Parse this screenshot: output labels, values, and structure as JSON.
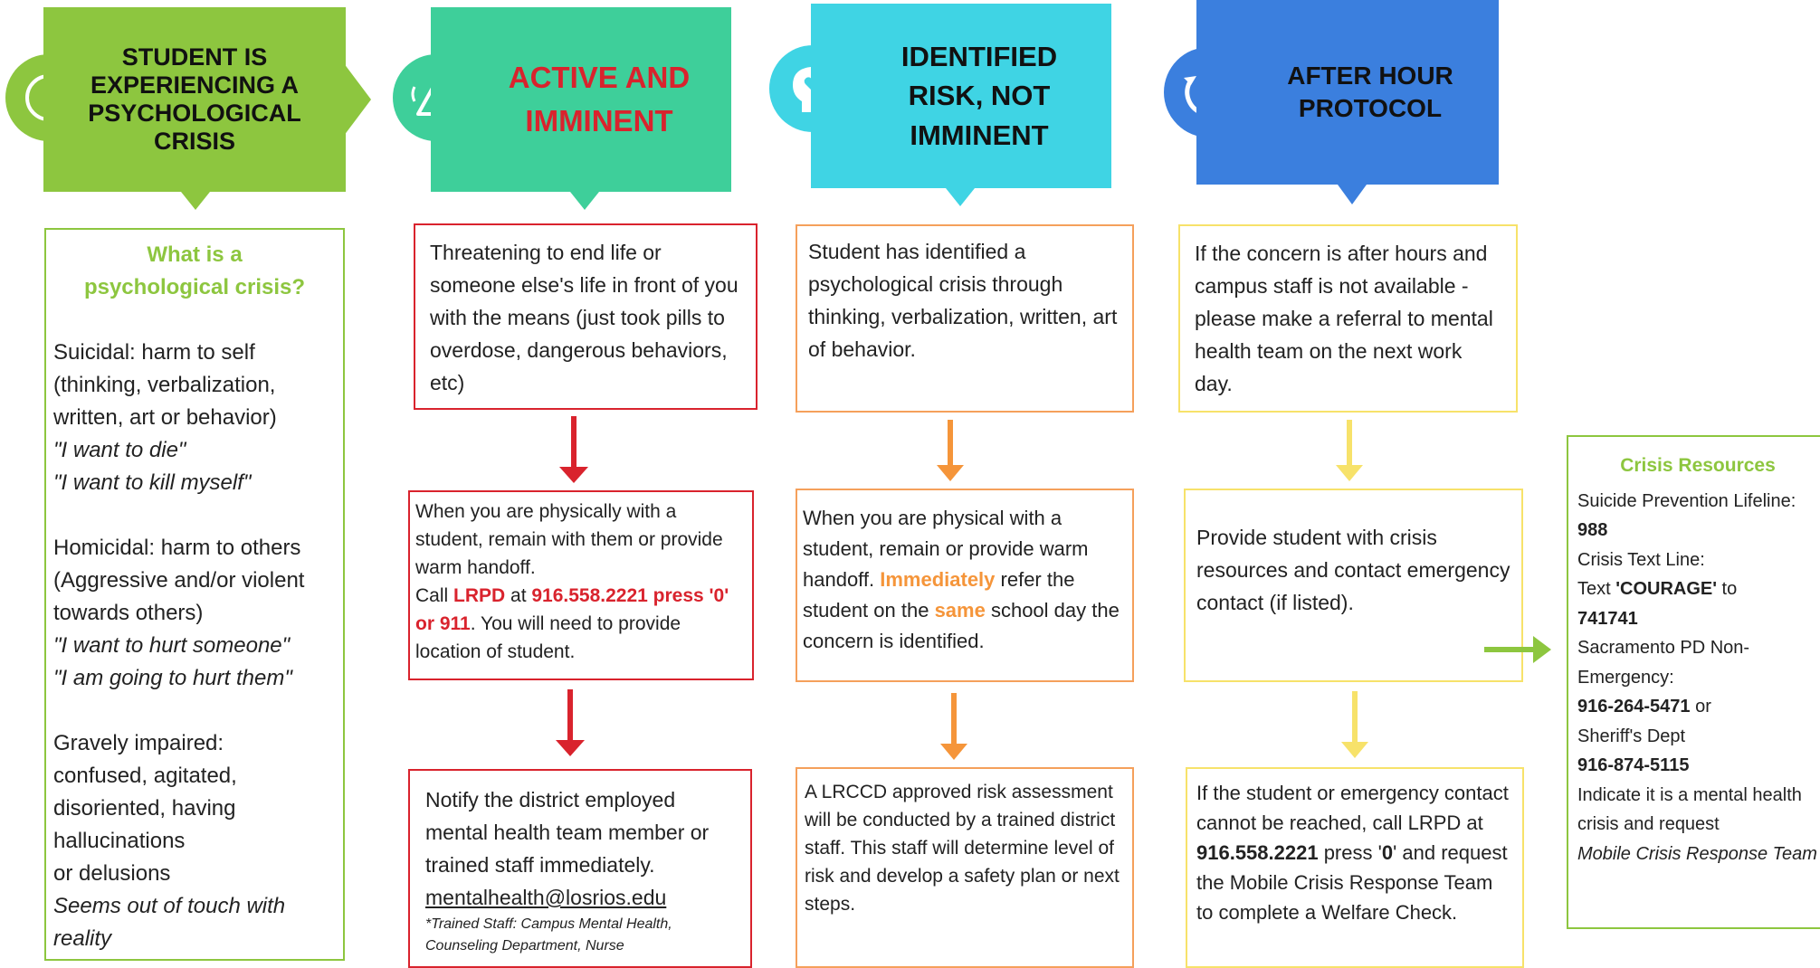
{
  "colors": {
    "green": "#8dc63f",
    "teal": "#3ecf9a",
    "cyan": "#3fd4e4",
    "blue": "#3b7fde",
    "red": "#d9232d",
    "orange": "#f5953a",
    "yellow": "#f7e26a"
  },
  "headers": {
    "crisis": {
      "line1": "STUDENT IS",
      "line2": "EXPERIENCING A",
      "line3": "PSYCHOLOGICAL",
      "line4": "CRISIS",
      "icon": "alert-circle-icon"
    },
    "active": {
      "line1": "ACTIVE AND",
      "line2": "IMMINENT",
      "icon": "siren-warning-icon"
    },
    "identified": {
      "line1": "IDENTIFIED",
      "line2": "RISK, NOT",
      "line3": "IMMINENT",
      "icon": "head-heart-icon"
    },
    "after": {
      "line1": "AFTER HOUR",
      "line2": "PROTOCOL",
      "icon": "clock-icon"
    }
  },
  "definition": {
    "title": "What is a psychological crisis?",
    "suicidal": "Suicidal: harm to self (thinking, verbalization, written, art or behavior)",
    "quote1": "\"I want to die\"",
    "quote2": "\"I want to kill myself\"",
    "homicidal": "Homicidal: harm to others (Aggressive and/or violent towards others)",
    "quote3": "\"I want to hurt someone\"",
    "quote4": "\"I am going to hurt them\"",
    "impaired": "Gravely impaired: confused, agitated, disoriented, having hallucinations",
    "delusions": "or delusions",
    "outoftouch": "Seems out of touch with reality"
  },
  "active": {
    "box1": "Threatening to end life or someone else's life in front of you with the means (just took pills to overdose, dangerous behaviors, etc)",
    "box2_a": "When you are physically with a student, remain with them or provide warm handoff.",
    "box2_call": "Call ",
    "box2_lrpd": "LRPD",
    "box2_at": " at ",
    "box2_phone": "916.558.2221 press '0' or 911",
    "box2_rest": ". You will need to provide location of student.",
    "box3": "Notify the district employed mental health team member or trained staff immediately.",
    "box3_email": "mentalhealth@losrios.edu",
    "box3_note": "*Trained Staff: Campus Mental Health, Counseling Department, Nurse"
  },
  "identified": {
    "box1": "Student has identified a psychological crisis through thinking, verbalization, written, art of behavior.",
    "box2_a": "When you are physical with a student, remain or provide warm handoff. ",
    "box2_imm": "Immediately",
    "box2_b": " refer the student on the ",
    "box2_same": "same",
    "box2_c": " school day the concern is identified.",
    "box3": "A LRCCD approved risk assessment will be conducted by a trained district staff.  This staff will determine level of risk and develop a safety plan or next steps."
  },
  "after": {
    "box1": "If the concern is after hours and campus staff is not available - please make a referral to mental health team on the next work day.",
    "box2": "Provide student with  crisis resources and contact emergency contact (if listed).",
    "box3_a": "If the student or emergency contact cannot be reached, call LRPD at ",
    "box3_phone": "916.558.2221",
    "box3_b": " press '",
    "box3_zero": "0",
    "box3_c": "' and request the Mobile Crisis Response Team to complete a Welfare Check."
  },
  "resources": {
    "title": "Crisis Resources",
    "l1": "Suicide Prevention Lifeline: ",
    "l1_num": "988",
    "l2": "Crisis Text Line:",
    "l3": "Text ",
    "l3_word": "'COURAGE'",
    "l3_to": " to",
    "l3_num": "741741",
    "l4": "Sacramento PD Non-Emergency:",
    "l4_num": "916-264-5471",
    "l4_or": " or",
    "l5": "Sheriff's Dept",
    "l5_num": "916-874-5115",
    "l6": "Indicate it is a mental health crisis and request",
    "l6_it": "Mobile Crisis Response Team"
  }
}
